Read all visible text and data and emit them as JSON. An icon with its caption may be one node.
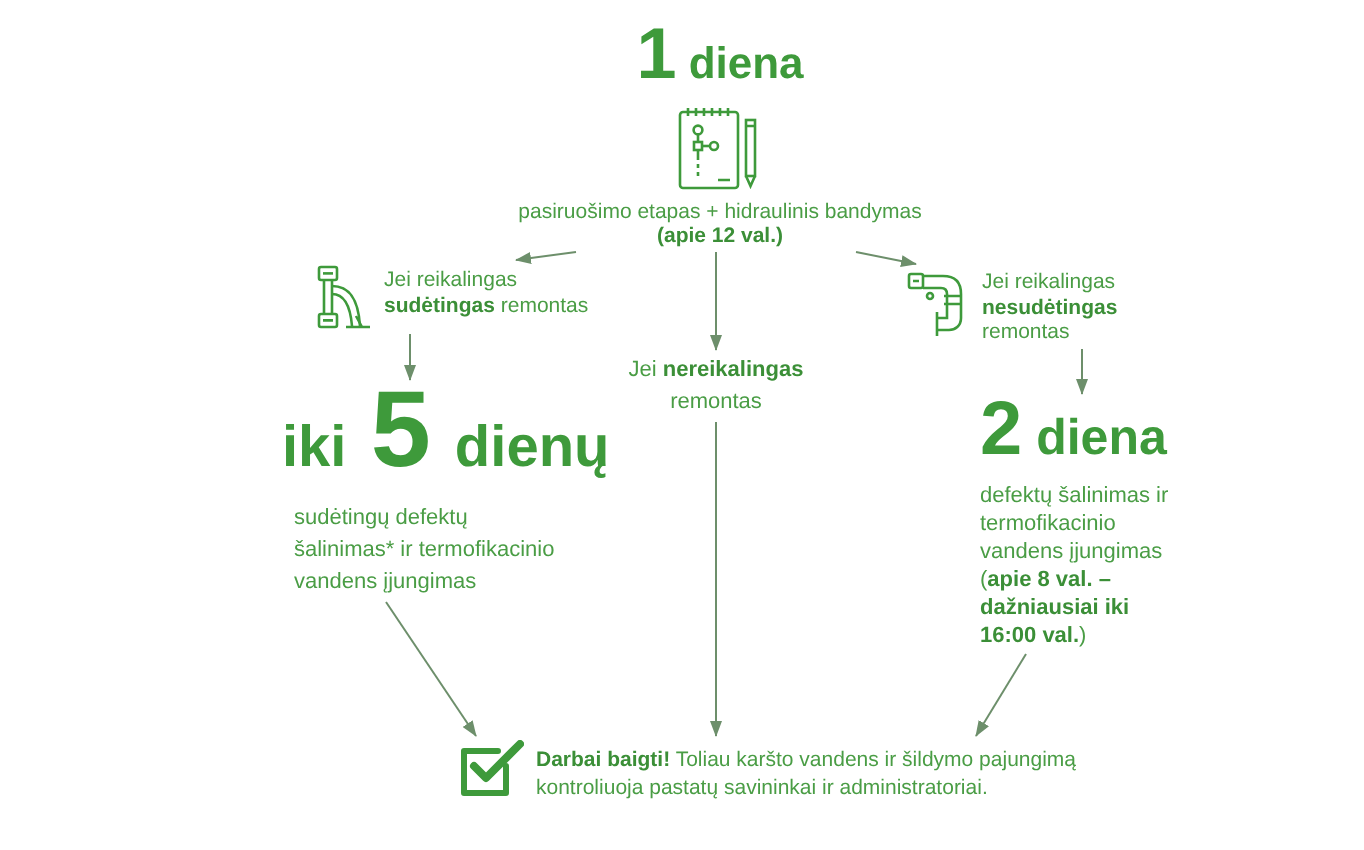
{
  "diagram": {
    "nodes": [
      {
        "text": [
          "**1** diena",
          "pasiruošimo etapas + hidraulinis bandymas **(apie 12 val.)**"
        ]
      },
      {
        "text": [
          "Jei reikalingas **sudėtingas** remontas"
        ]
      },
      {
        "text": [
          "Jei **nereikalingas** remontas"
        ]
      },
      {
        "text": [
          "Jei reikalingas **nesudėtingas** remontas"
        ]
      },
      {
        "text": [
          "iki **5** dienų",
          "sudėtingų defektų šalinimas* ir termofikacinio vandens įjungimas"
        ]
      },
      {
        "text": [
          "**2** diena",
          "defektų šalinimas ir termofikacinio vandens įjungimas (**apie 8 val. – dažniausiai iki 16:00 val.**)"
        ]
      },
      {
        "text": [
          "**Darbai baigti!** Toliau karšto vandens ir šildymo pajungimą kontroliuoja pastatų savininkai ir administratoriai."
        ]
      }
    ],
    "edges": [
      {
        "from": 0,
        "to": 1,
        "arrow": "to"
      },
      {
        "from": 0,
        "to": 2,
        "arrow": "to"
      },
      {
        "from": 0,
        "to": 3,
        "arrow": "to"
      },
      {
        "from": 1,
        "to": 4,
        "arrow": "to"
      },
      {
        "from": 3,
        "to": 5,
        "arrow": "to"
      },
      {
        "from": 4,
        "to": 6,
        "arrow": "to"
      },
      {
        "from": 2,
        "to": 6,
        "arrow": "to"
      },
      {
        "from": 5,
        "to": 6,
        "arrow": "to"
      }
    ]
  }
}
